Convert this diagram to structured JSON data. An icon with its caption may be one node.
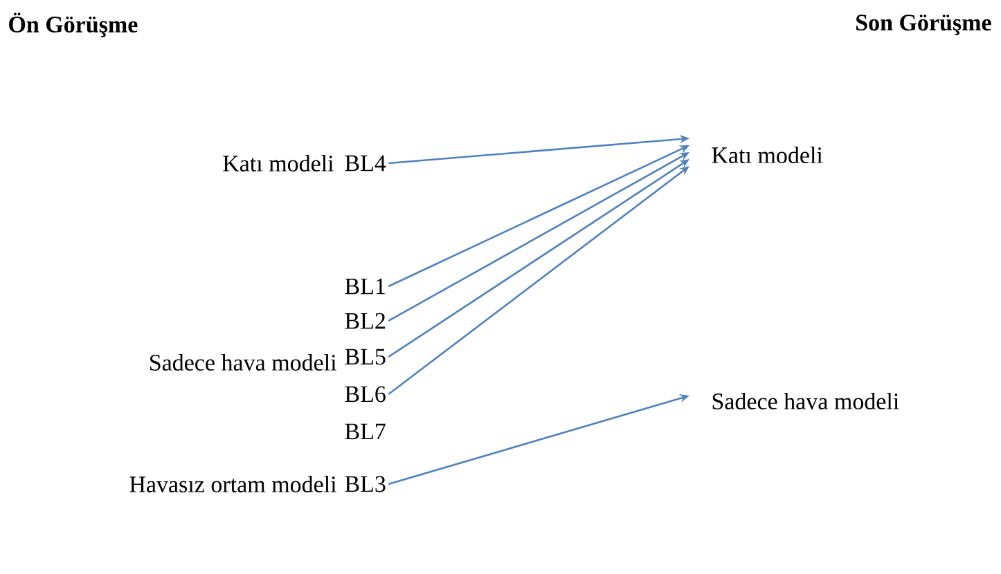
{
  "diagram": {
    "nodes": [
      {
        "text": [
          "BL4"
        ]
      },
      {
        "text": [
          "BL1"
        ]
      },
      {
        "text": [
          "BL2"
        ]
      },
      {
        "text": [
          "BL5"
        ]
      },
      {
        "text": [
          "BL6"
        ]
      },
      {
        "text": [
          "BL7"
        ]
      },
      {
        "text": [
          "BL3"
        ]
      },
      {
        "text": [
          "Katı modeli"
        ]
      },
      {
        "text": [
          "Sadece hava modeli"
        ]
      }
    ],
    "edges": [
      {
        "from": 0,
        "to": 7,
        "arrow": "to"
      },
      {
        "from": 1,
        "to": 7,
        "arrow": "to"
      },
      {
        "from": 2,
        "to": 7,
        "arrow": "to"
      },
      {
        "from": 3,
        "to": 7,
        "arrow": "to"
      },
      {
        "from": 4,
        "to": 7,
        "arrow": "to"
      },
      {
        "from": 6,
        "to": 8,
        "arrow": "to"
      }
    ],
    "labels": [
      "Ön Görüşme",
      "Son Görüşme",
      "Katı modeli",
      "Sadece hava modeli",
      "Havasız ortam modeli"
    ]
  }
}
